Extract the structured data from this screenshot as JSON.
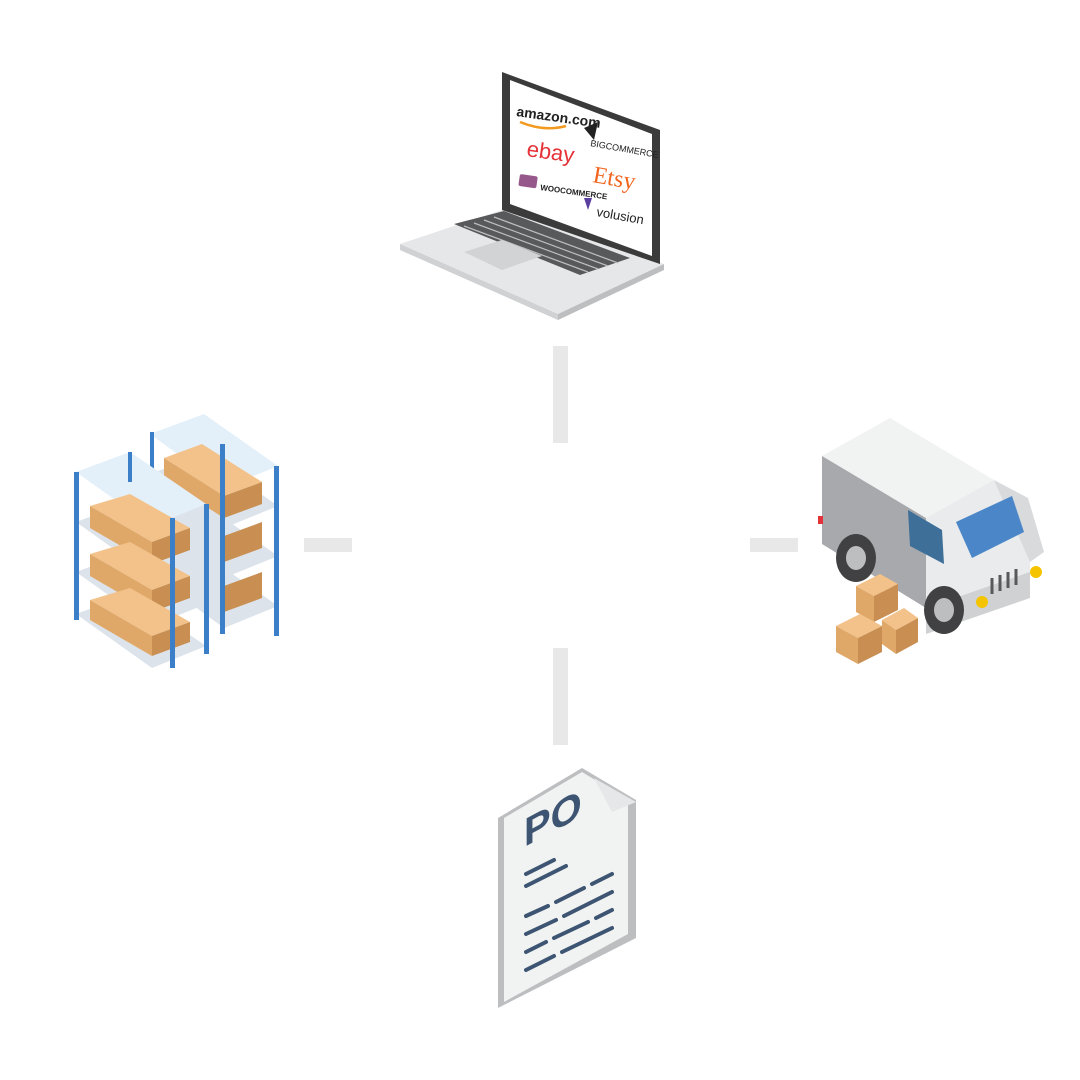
{
  "laptop": {
    "logos": [
      {
        "name": "amazon",
        "text": "amazon.com"
      },
      {
        "name": "bigcommerce",
        "text": "BIGCOMMERCE"
      },
      {
        "name": "ebay",
        "text": "ebay"
      },
      {
        "name": "etsy",
        "text": "Etsy"
      },
      {
        "name": "woocommerce",
        "text": "WOOCOMMERCE"
      },
      {
        "name": "volusion",
        "text": "volusion"
      }
    ]
  },
  "document": {
    "label": "PO"
  },
  "colors": {
    "connector": "#e8e8e8",
    "shelf_frame": "#3a7fc8",
    "box": "#e0a868",
    "van_body": "#e9ebec",
    "van_window": "#4a86c8",
    "po_text": "#3d5572",
    "amazon_orange": "#f29a1f",
    "ebay_red": "#e53238",
    "ebay_blue": "#0064d2",
    "ebay_yellow": "#f5af02",
    "ebay_green": "#86b817",
    "etsy_orange": "#f1641e",
    "woo_purple": "#96588a",
    "volusion_purple": "#5b3fa0"
  },
  "icons": {
    "top": "laptop-icon",
    "left": "warehouse-shelves-icon",
    "right": "delivery-van-icon",
    "bottom": "purchase-order-document-icon"
  }
}
